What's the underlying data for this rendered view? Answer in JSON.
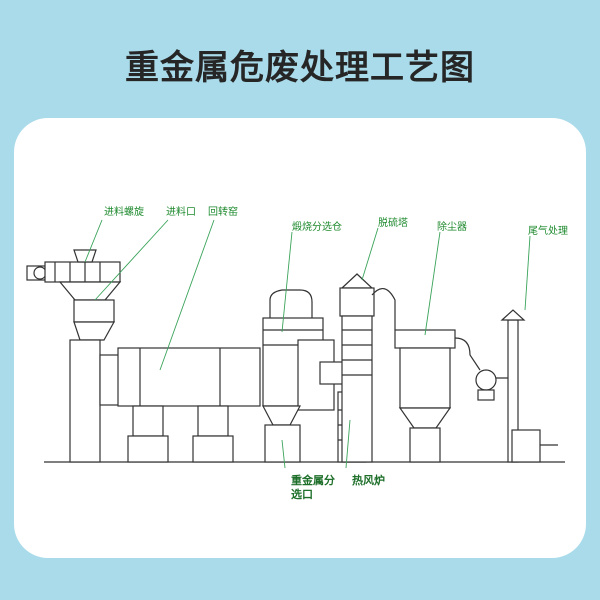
{
  "title": "重金属危废处理工艺图",
  "labels": {
    "screw_feeder": "进料螺旋",
    "feed_inlet": "进料口",
    "rotary_kiln": "回转窑",
    "calcination_bin": "煅烧分选仓",
    "desulfurization_tower": "脱硫塔",
    "dust_collector": "除尘器",
    "tail_gas": "尾气处理",
    "metal_outlet_line1": "重金属分",
    "metal_outlet_line2": "选口",
    "hot_air_furnace": "热风炉"
  }
}
